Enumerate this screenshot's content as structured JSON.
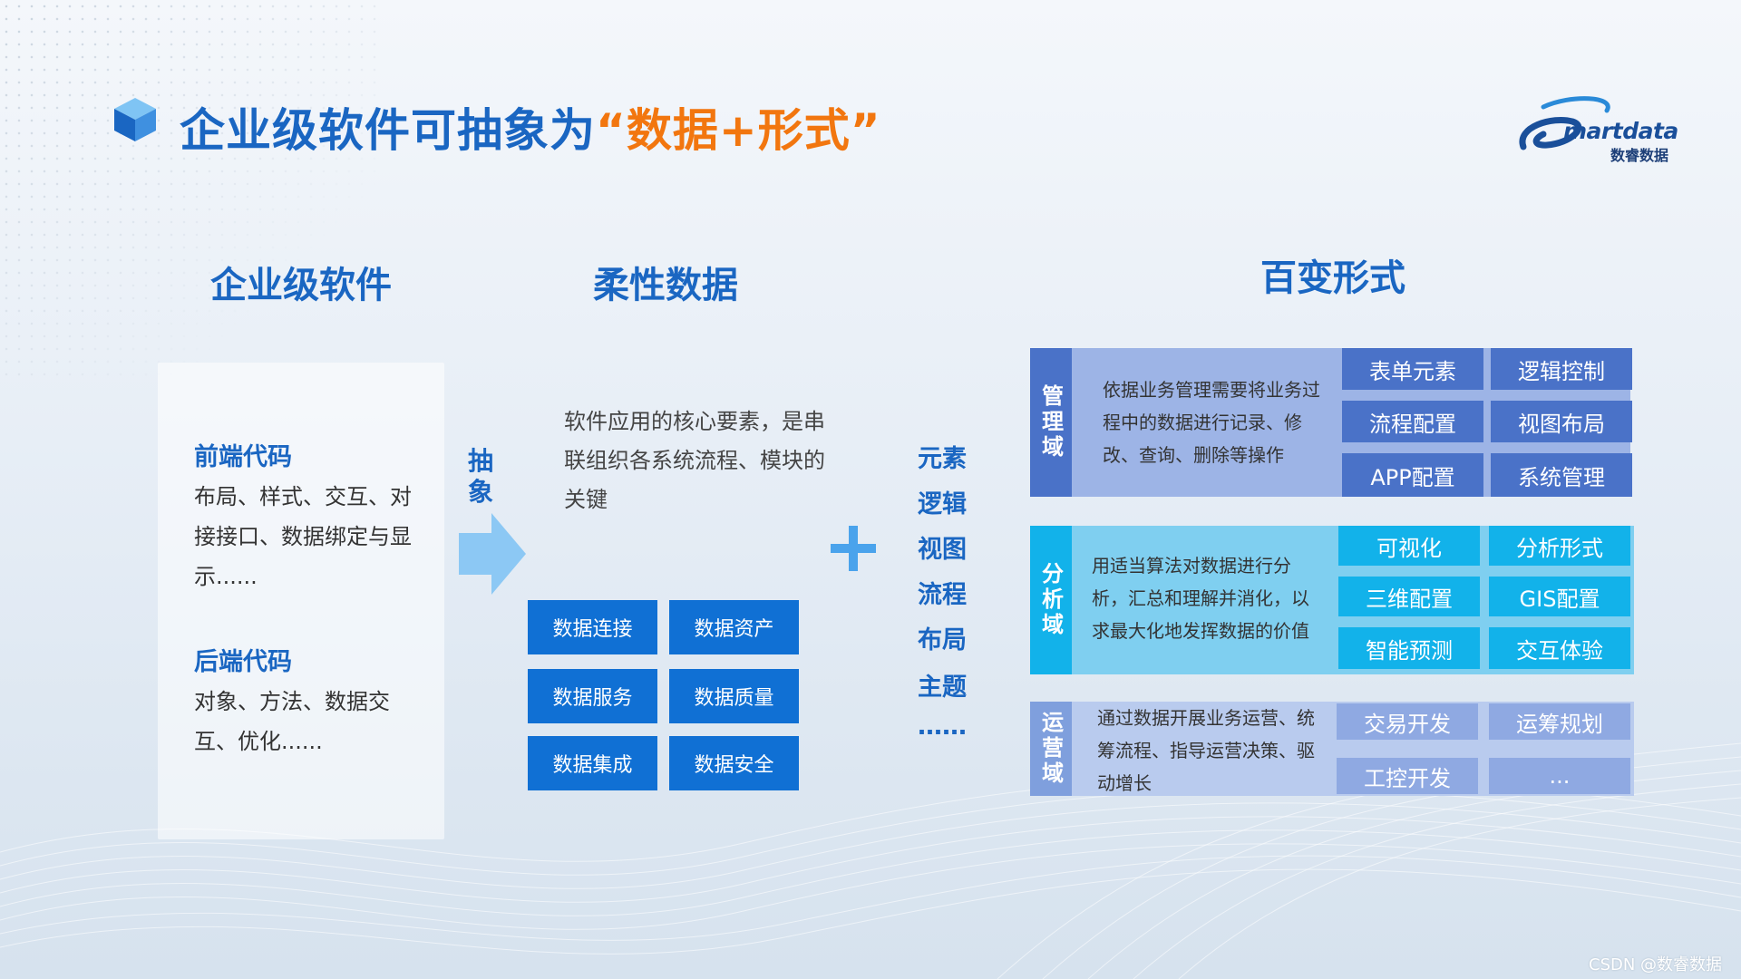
{
  "header": {
    "title_main": "企业级软件可抽象为",
    "title_accent": "“数据+形式”",
    "logo_text": "martdata",
    "logo_cn": "数睿数据"
  },
  "columns": {
    "enterprise_software": "企业级软件",
    "flexible_data": "柔性数据",
    "varied_forms": "百变形式"
  },
  "left_panel": {
    "frontend_title": "前端代码",
    "frontend_text": "布局、样式、交互、对接接口、数据绑定与显示......",
    "backend_title": "后端代码",
    "backend_text": "对象、方法、数据交互、优化......"
  },
  "abstraction": {
    "label": "抽象"
  },
  "middle": {
    "description": "软件应用的核心要素，是串联组织各系统流程、模块的关键",
    "tiles": [
      "数据连接",
      "数据资产",
      "数据服务",
      "数据质量",
      "数据集成",
      "数据安全"
    ]
  },
  "elements": [
    "元素",
    "逻辑",
    "视图",
    "流程",
    "布局",
    "主题",
    "……"
  ],
  "domains": [
    {
      "tag": "管理域",
      "text": "依据业务管理需要将业务过程中的数据进行记录、修改、查询、删除等操作",
      "chips": [
        "表单元素",
        "逻辑控制",
        "流程配置",
        "视图布局",
        "APP配置",
        "系统管理"
      ],
      "colors": {
        "tag": "#4a72c8",
        "body": "#9db4e6",
        "chip": "#4a72c8"
      }
    },
    {
      "tag": "分析域",
      "text": "用适当算法对数据进行分析，汇总和理解并消化，以求最大化地发挥数据的价值",
      "chips": [
        "可视化",
        "分析形式",
        "三维配置",
        "GIS配置",
        "智能预测",
        "交互体验"
      ],
      "colors": {
        "tag": "#12b2ea",
        "body": "#7fcff0",
        "chip": "#12b2ea"
      }
    },
    {
      "tag": "运营域",
      "text": "通过数据开展业务运营、统筹流程、指导运营决策、驱动增长",
      "chips": [
        "交易开发",
        "运筹规划",
        "工控开发",
        "..."
      ],
      "colors": {
        "tag": "#7f9fdd",
        "body": "#b9cbee",
        "chip": "#8fa9e2"
      }
    }
  ],
  "credit": "CSDN @数睿数据"
}
